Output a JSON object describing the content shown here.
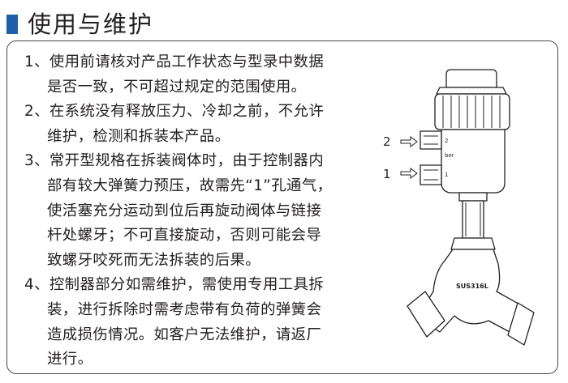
{
  "header": {
    "title": "使用与维护",
    "accent_color": "#1f5fa8",
    "marker_icon": "square-marker"
  },
  "items": [
    {
      "lines": [
        "1、使用前请核对产品工作状态与型录中数据",
        "是否一致，不可超过规定的范围使用。"
      ]
    },
    {
      "lines": [
        "2、在系统没有释放压力、冷却之前，不允许",
        "维护，检测和拆装本产品。"
      ]
    },
    {
      "lines": [
        "3、常开型规格在拆装阀体时，由于控制器内",
        "部有较大弹簧力预压，故需先“1”孔通气，",
        "使活塞充分运动到位后再旋动阀体与链接",
        "杆处螺牙；不可直接旋动，否则可能会导",
        "致螺牙咬死而无法拆装的后果。"
      ]
    },
    {
      "lines": [
        "4、控制器部分如需维护，需使用专用工具拆",
        "装，进行拆除时需考虑带有负荷的弹簧会",
        "造成损伤情况。如客户无法维护，请返厂",
        "进行。"
      ]
    }
  ],
  "figure": {
    "port_labels": [
      "2",
      "1"
    ],
    "port_small_labels": [
      "2",
      "1"
    ],
    "body_marking": "SUS316L",
    "port_text": "ber"
  }
}
